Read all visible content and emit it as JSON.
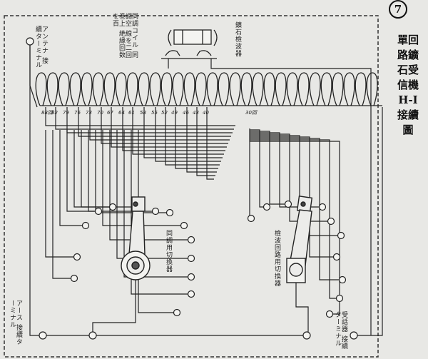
{
  "page_number": "7",
  "title": "單回路鑛石受信機H-I接續圖",
  "labels": {
    "antenna_terminal": "アンテナ 接續ターミナル",
    "earth_terminal": "アース 接續ターミナル",
    "receiver_terminal": "受話器 接續ターミナル",
    "crystal_detector": "鑛石檢波器",
    "tuning_coil": "同調コイル 同調空 線を二回巻上 絶縁回数を百",
    "tuning_switch": "同調用切換器",
    "detector_switch": "檢波回路用切換器"
  },
  "tap_numbers": [
    "88",
    "82",
    "79",
    "76",
    "73",
    "70",
    "67",
    "64",
    "61",
    "58",
    "55",
    "52",
    "49",
    "46",
    "43",
    "40",
    "30"
  ],
  "tap_unit": "回"
}
